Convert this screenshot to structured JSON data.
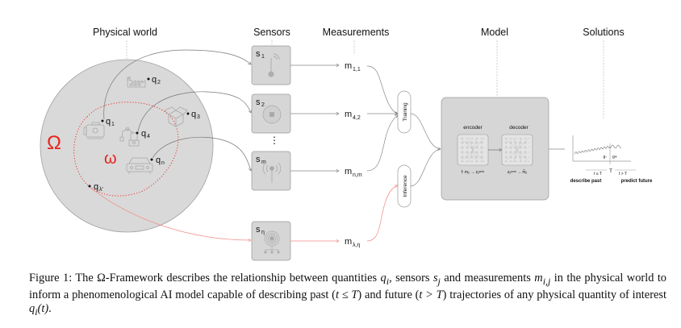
{
  "headers": {
    "physical_world": "Physical world",
    "sensors": "Sensors",
    "measurements": "Measurements",
    "model": "Model",
    "solutions": "Solutions"
  },
  "world": {
    "omega_big": "Ω",
    "omega_small": "ω",
    "quantities": [
      {
        "id": "q1",
        "base": "q",
        "sub": "1",
        "icon": "motor-icon"
      },
      {
        "id": "q2",
        "base": "q",
        "sub": "2",
        "icon": "factory-icon"
      },
      {
        "id": "q3",
        "base": "q",
        "sub": "3",
        "icon": "box-icon"
      },
      {
        "id": "q4",
        "base": "q",
        "sub": "4",
        "icon": "robot-arm-icon"
      },
      {
        "id": "qn",
        "base": "q",
        "sub": "n",
        "icon": "car-icon"
      },
      {
        "id": "qlambda",
        "base": "q",
        "sub": "λ'",
        "icon": ""
      }
    ]
  },
  "sensors": [
    {
      "base": "s",
      "sub": "1",
      "icon": "thermometer-icon"
    },
    {
      "base": "s",
      "sub": "2",
      "icon": "sensor-chip-icon"
    },
    {
      "base": "s",
      "sub": "m",
      "icon": "antenna-icon"
    },
    {
      "base": "s",
      "sub": "η",
      "icon": "network-sensor-icon"
    }
  ],
  "sensor_ellipsis": "⋮",
  "measurements": [
    {
      "base": "m",
      "sub": "1,1"
    },
    {
      "base": "m",
      "sub": "4,2"
    },
    {
      "base": "m",
      "sub": "n,m"
    },
    {
      "base": "m",
      "sub": "λ,η"
    }
  ],
  "phases": {
    "training": "Training",
    "inference": "Inference"
  },
  "model": {
    "encoder_label": "encoder",
    "decoder_label": "decoder",
    "encoder_formula": "f: mᵢⱼ → zᵢⱼᵉᵐᵇ",
    "decoder_formula": "zᵢⱼᵉᵐᵇ → m̃ᵢⱼ"
  },
  "solutions": {
    "g_minus": "g-",
    "g_plus": "g+",
    "T": "T",
    "past_condition": "t ≤ T",
    "future_condition": "t > T",
    "describe_past": "describe past",
    "predict_future": "predict future"
  },
  "colors": {
    "red": "#e8231c",
    "pink_line": "#f08a86",
    "gray_fill": "#d9d9d9",
    "box_fill": "#d6d6d6",
    "stroke": "#888888"
  },
  "caption": {
    "p1": "Figure 1: The Ω-Framework describes the relationship between quantities ",
    "q": "q",
    "q_sub": "i",
    "p2": ", sensors ",
    "s": "s",
    "s_sub": "j",
    "p3": " and measurements ",
    "m": "m",
    "m_sub": "i,j",
    "p4": " in the physical world to inform a phenomenological AI model capable of describing past (",
    "past": "t ≤ T",
    "p5": ") and future (",
    "future": "t > T",
    "p6": ") trajectories of any physical quantity of interest ",
    "qt": "q",
    "qt_sub": "i",
    "qt_arg": "(t)",
    "p7": "."
  }
}
